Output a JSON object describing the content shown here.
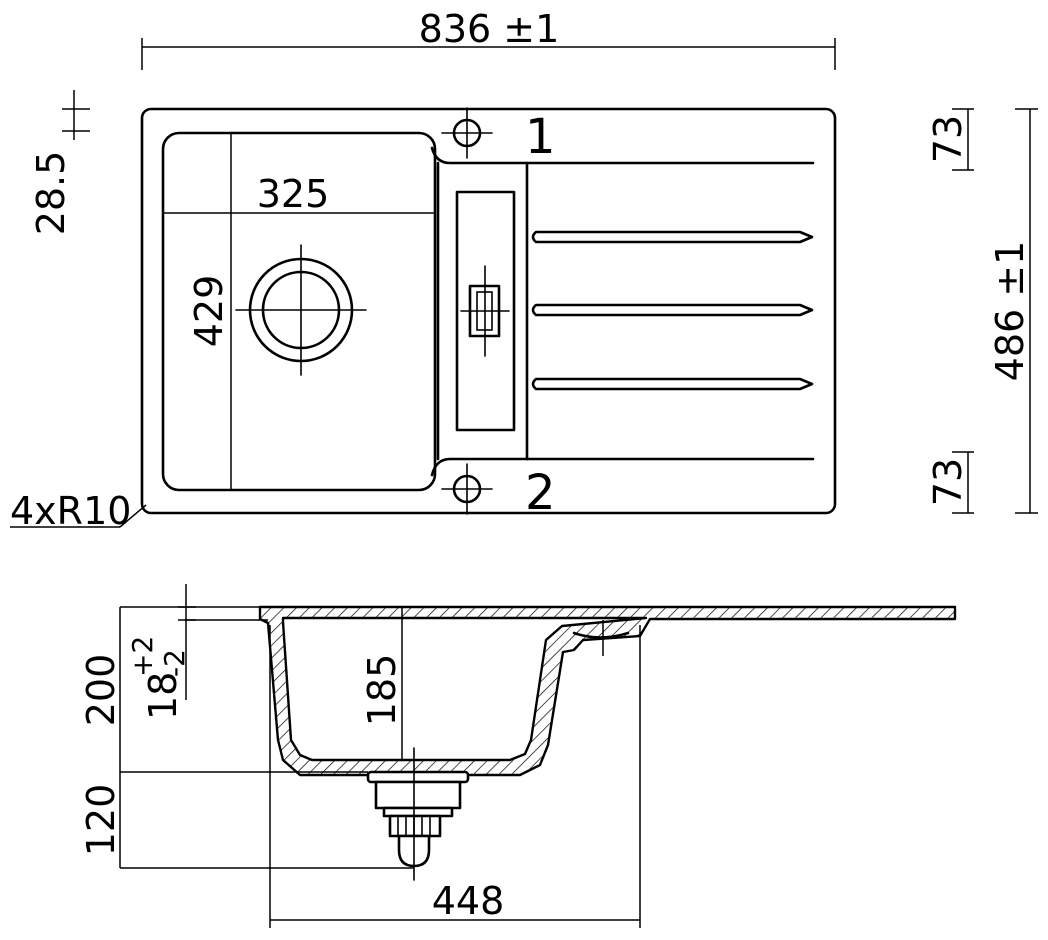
{
  "dimensions": {
    "overall_width": "836 ±1",
    "overall_depth": "486 ±1",
    "bowl_width": "325",
    "bowl_length": "429",
    "rim_offset": "28.5",
    "hole_offset_top": "73",
    "hole_offset_bottom": "73",
    "corner_radius": "4xR10",
    "total_height": "200",
    "rim_tolerance_base": "18",
    "rim_tolerance_plus": "+2",
    "rim_tolerance_minus": "-2",
    "bowl_depth": "185",
    "drain_height": "120",
    "drain_offset": "448"
  },
  "hole_labels": {
    "hole_1": "1",
    "hole_2": "2"
  }
}
